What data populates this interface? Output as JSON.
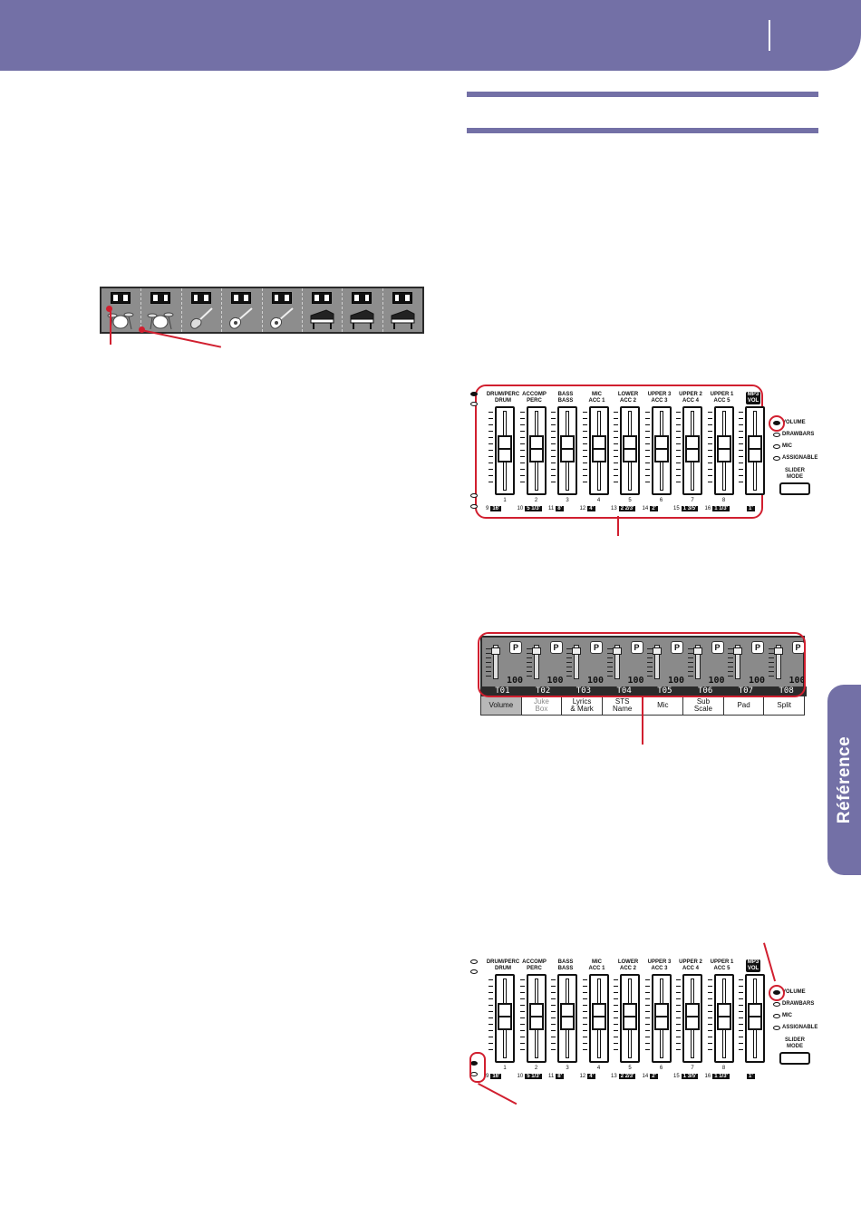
{
  "side_tab": {
    "label": "Référence"
  },
  "track_strip": {
    "tracks": [
      {
        "icon": "drum-kit-icon"
      },
      {
        "icon": "drum-kit-icon"
      },
      {
        "icon": "electric-guitar-icon"
      },
      {
        "icon": "acoustic-guitar-icon"
      },
      {
        "icon": "acoustic-guitar-icon"
      },
      {
        "icon": "grand-piano-icon"
      },
      {
        "icon": "grand-piano-icon"
      },
      {
        "icon": "grand-piano-icon"
      }
    ]
  },
  "slider_panel": {
    "left_leds_top": [
      "on",
      "off"
    ],
    "left_leds_bottom": [
      "off",
      "off"
    ],
    "channels": [
      {
        "top": "DRUM/PERC",
        "bottom": "DRUM",
        "num": "1",
        "foot_num": "9",
        "foot_box": "16'"
      },
      {
        "top": "ACCOMP",
        "bottom": "PERC",
        "num": "2",
        "foot_num": "10",
        "foot_box": "5 1/3'"
      },
      {
        "top": "BASS",
        "bottom": "BASS",
        "num": "3",
        "foot_num": "11",
        "foot_box": "8'"
      },
      {
        "top": "MIC",
        "bottom": "ACC 1",
        "num": "4",
        "foot_num": "12",
        "foot_box": "4'"
      },
      {
        "top": "LOWER",
        "bottom": "ACC 2",
        "num": "5",
        "foot_num": "13",
        "foot_box": "2 2/3'"
      },
      {
        "top": "UPPER 3",
        "bottom": "ACC 3",
        "num": "6",
        "foot_num": "14",
        "foot_box": "2'"
      },
      {
        "top": "UPPER 2",
        "bottom": "ACC 4",
        "num": "7",
        "foot_num": "15",
        "foot_box": "1 3/5'"
      },
      {
        "top": "UPPER 1",
        "bottom": "ACC 5",
        "num": "8",
        "foot_num": "16",
        "foot_box": "1 1/3'"
      },
      {
        "top": "MP3",
        "bottom": "VOL",
        "num": "",
        "foot_num": "",
        "foot_box": "1'"
      }
    ],
    "modes": [
      "VOLUME",
      "DRAWBARS",
      "MIC",
      "ASSIGNABLE"
    ],
    "mode_title_1": "SLIDER",
    "mode_title_2": "MODE"
  },
  "display": {
    "value": "100",
    "p_label": "P",
    "tracks": [
      "T01",
      "T02",
      "T03",
      "T04",
      "T05",
      "T06",
      "T07",
      "T08"
    ],
    "tabs": [
      {
        "l1": "Volume",
        "l2": "",
        "state": "active"
      },
      {
        "l1": "Juke",
        "l2": "Box",
        "state": "dim"
      },
      {
        "l1": "Lyrics",
        "l2": "& Mark",
        "state": "normal"
      },
      {
        "l1": "STS",
        "l2": "Name",
        "state": "normal"
      },
      {
        "l1": "Mic",
        "l2": "",
        "state": "normal"
      },
      {
        "l1": "Sub",
        "l2": "Scale",
        "state": "normal"
      },
      {
        "l1": "Pad",
        "l2": "",
        "state": "normal"
      },
      {
        "l1": "Split",
        "l2": "",
        "state": "normal"
      }
    ]
  },
  "colors": {
    "accent": "#7370a6",
    "highlight": "#d11f2f"
  }
}
